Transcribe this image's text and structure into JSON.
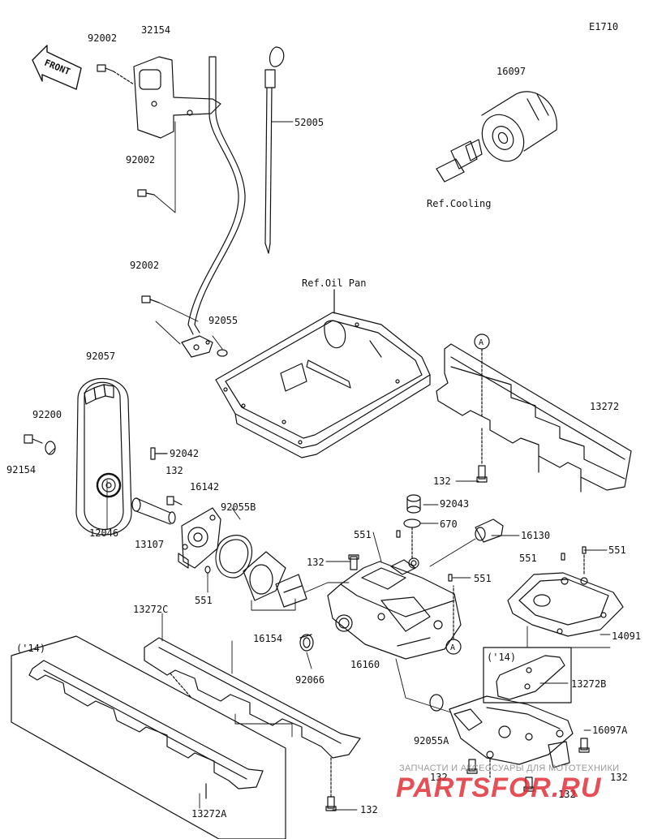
{
  "diagram_code": "E1710",
  "front_label": "FRONT",
  "references": {
    "cooling": "Ref.Cooling",
    "oil_pan": "Ref.Oil Pan"
  },
  "markers": {
    "a1": "A",
    "a2": "A"
  },
  "year_notes": {
    "n1": "('14)",
    "n2": "('14)"
  },
  "parts": {
    "p92002_top": "92002",
    "p32154": "32154",
    "p16097": "16097",
    "p52005": "52005",
    "p92002_mid": "92002",
    "p92002_low": "92002",
    "p92055": "92055",
    "p92057": "92057",
    "p92200": "92200",
    "p92154": "92154",
    "p92042": "92042",
    "p132_a": "132",
    "p16142": "16142",
    "p92055b": "92055B",
    "p12046": "12046",
    "p13107": "13107",
    "p551_a": "551",
    "p16154": "16154",
    "p13272": "13272",
    "p132_b": "132",
    "p92043": "92043",
    "p670": "670",
    "p551_b": "551",
    "p16130": "16130",
    "p132_c": "132",
    "p551_c": "551",
    "p551_d": "551",
    "p551_e": "551",
    "p14091": "14091",
    "p13272c": "13272C",
    "p92066": "92066",
    "p16160": "16160",
    "p13272b": "13272B",
    "p92055a": "92055A",
    "p16097a": "16097A",
    "p132_d": "132",
    "p132_e": "132",
    "p132_f": "132",
    "p132_g": "132",
    "p13272a": "13272A"
  },
  "watermark": {
    "caption": "ЗАПЧАСТИ И АКСЕССУАРЫ ДЛЯ МОТОТЕХНИКИ",
    "logo": "PARTSFOR.RU"
  }
}
